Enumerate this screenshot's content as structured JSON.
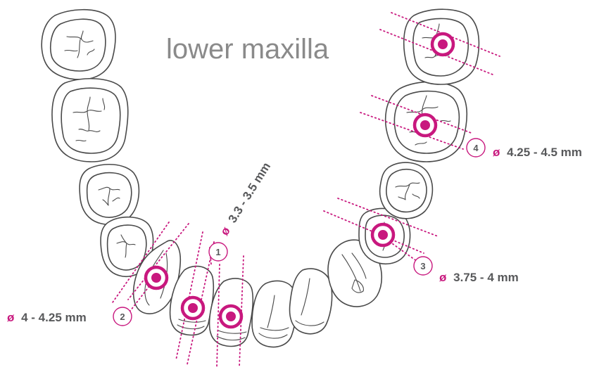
{
  "title": "lower maxilla",
  "phi_symbol": "ø",
  "accent_color": "#c8187e",
  "implants": [
    {
      "number": "1",
      "diameter": "3.3 - 3.5 mm"
    },
    {
      "number": "2",
      "diameter": "4 - 4.25 mm"
    },
    {
      "number": "3",
      "diameter": "3.75 - 4 mm"
    },
    {
      "number": "4",
      "diameter": "4.25 - 4.5 mm"
    }
  ]
}
